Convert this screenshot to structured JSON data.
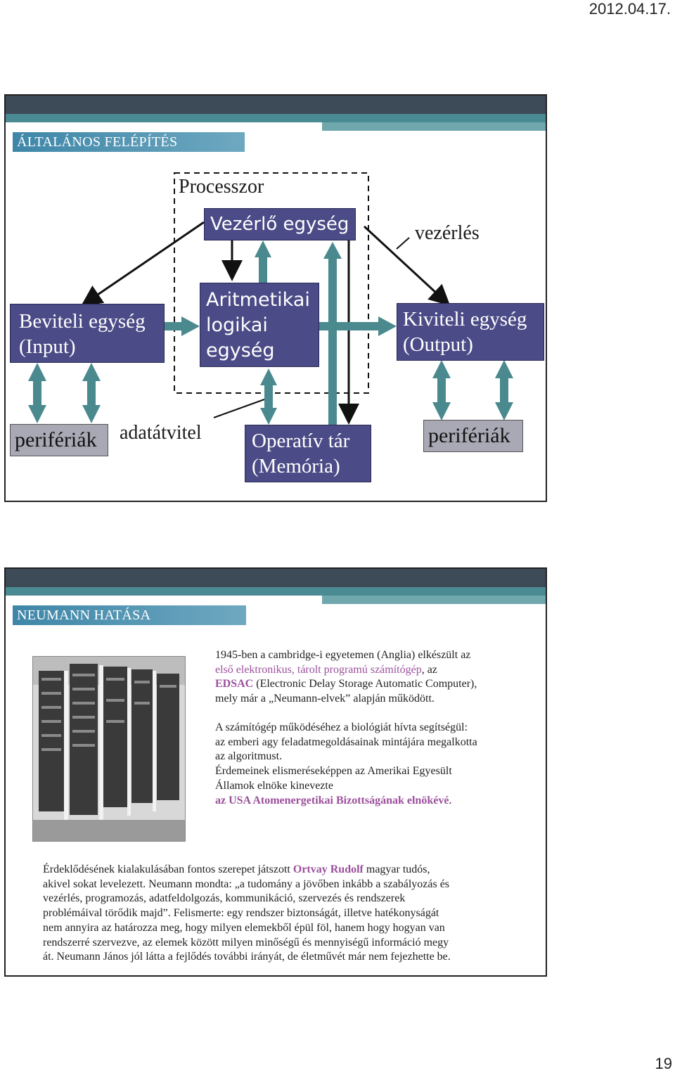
{
  "header": {
    "date": "2012.04.17."
  },
  "footer": {
    "page_number": "19"
  },
  "slide1": {
    "title": "ÁLTALÁNOS FELÉPÍTÉS",
    "processor_label": "Processzor",
    "control_unit": "Vezérlő egység",
    "control_label": "vezérlés",
    "alu": [
      "Aritmetikai",
      "logikai",
      "egység"
    ],
    "input_unit": [
      "Beviteli egység",
      "(Input)"
    ],
    "output_unit": [
      "Kiviteli egység",
      "(Output)"
    ],
    "peripherals_left": "perifériák",
    "peripherals_right": "perifériák",
    "data_transfer_label": "adatátvitel",
    "memory": [
      "Operatív tár",
      "(Memória)"
    ],
    "colors": {
      "box": "#4b4b87",
      "arrow": "#4a8a8f",
      "peripheral": "#a9a9b5"
    }
  },
  "slide2": {
    "title": "NEUMANN HATÁSA",
    "image_alt": "EDSAC computer photo",
    "p1": {
      "l1": "1945-ben a cambridge-i egyetemen (Anglia) elkészült az",
      "l2_hl": "első elektronikus, tárolt programú számítógép",
      "l2_rest": ", az",
      "l3_hl": "EDSAC",
      "l3_rest": " (Electronic Delay Storage Automatic Computer),",
      "l4": "mely már a „Neumann-elvek” alapján működött."
    },
    "p2": {
      "l1": "A számítógép működéséhez a biológiát hívta segítségül:",
      "l2": "az emberi agy feladatmegoldásainak mintájára megalkotta",
      "l3": "az algoritmust.",
      "l4": "Érdemeinek elismeréseképpen az Amerikai Egyesült",
      "l5": "Államok elnöke kinevezte",
      "l6_hl": "az USA Atomenergetikai Bizottságának elnökévé",
      "l6_rest": "."
    },
    "p3": {
      "l1_a": "Érdeklődésének kialakulásában fontos szerepet játszott ",
      "l1_hl": "Ortvay Rudolf",
      "l1_b": " magyar tudós,",
      "l2": "akivel sokat levelezett. Neumann mondta: „a tudomány a jövőben inkább a szabályozás és",
      "l3": "vezérlés, programozás, adatfeldolgozás, kommunikáció, szervezés és rendszerek",
      "l4": "problémáival törődik majd”. Felismerte: egy rendszer biztonságát, illetve hatékonyságát",
      "l5": "nem annyira az határozza meg, hogy milyen elemekből épül föl, hanem hogy hogyan van",
      "l6": "rendszerré szervezve, az elemek között milyen minőségű és mennyiségű információ megy",
      "l7": "át. Neumann János jól látta a fejlődés további irányát, de életművét már nem fejezhette be."
    }
  }
}
